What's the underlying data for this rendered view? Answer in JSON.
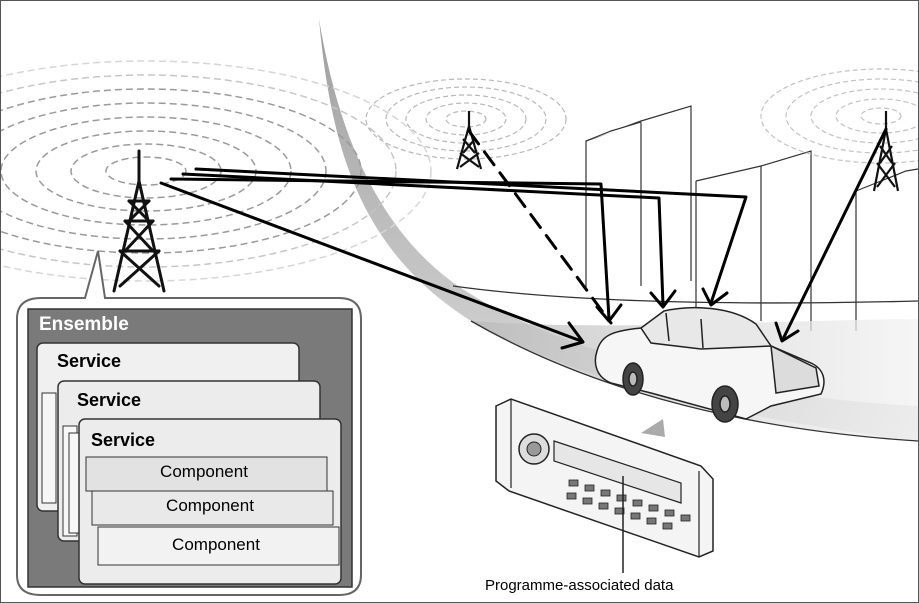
{
  "ensemble": {
    "title": "Ensemble",
    "services": [
      "Service",
      "Service",
      "Service"
    ],
    "components": [
      "Component",
      "Component",
      "Component"
    ]
  },
  "radio_label": "Programme-associated data",
  "colors": {
    "ensemble_bg": "#7a7a7a",
    "service_bg": "#ececec",
    "component_bg": "#e6e6e6",
    "road": "#cfcfcf",
    "signal_wave": "#9a9a9a"
  },
  "icons": [
    "transmitter-tower-icon",
    "car-icon",
    "car-radio-icon",
    "building-icon"
  ]
}
